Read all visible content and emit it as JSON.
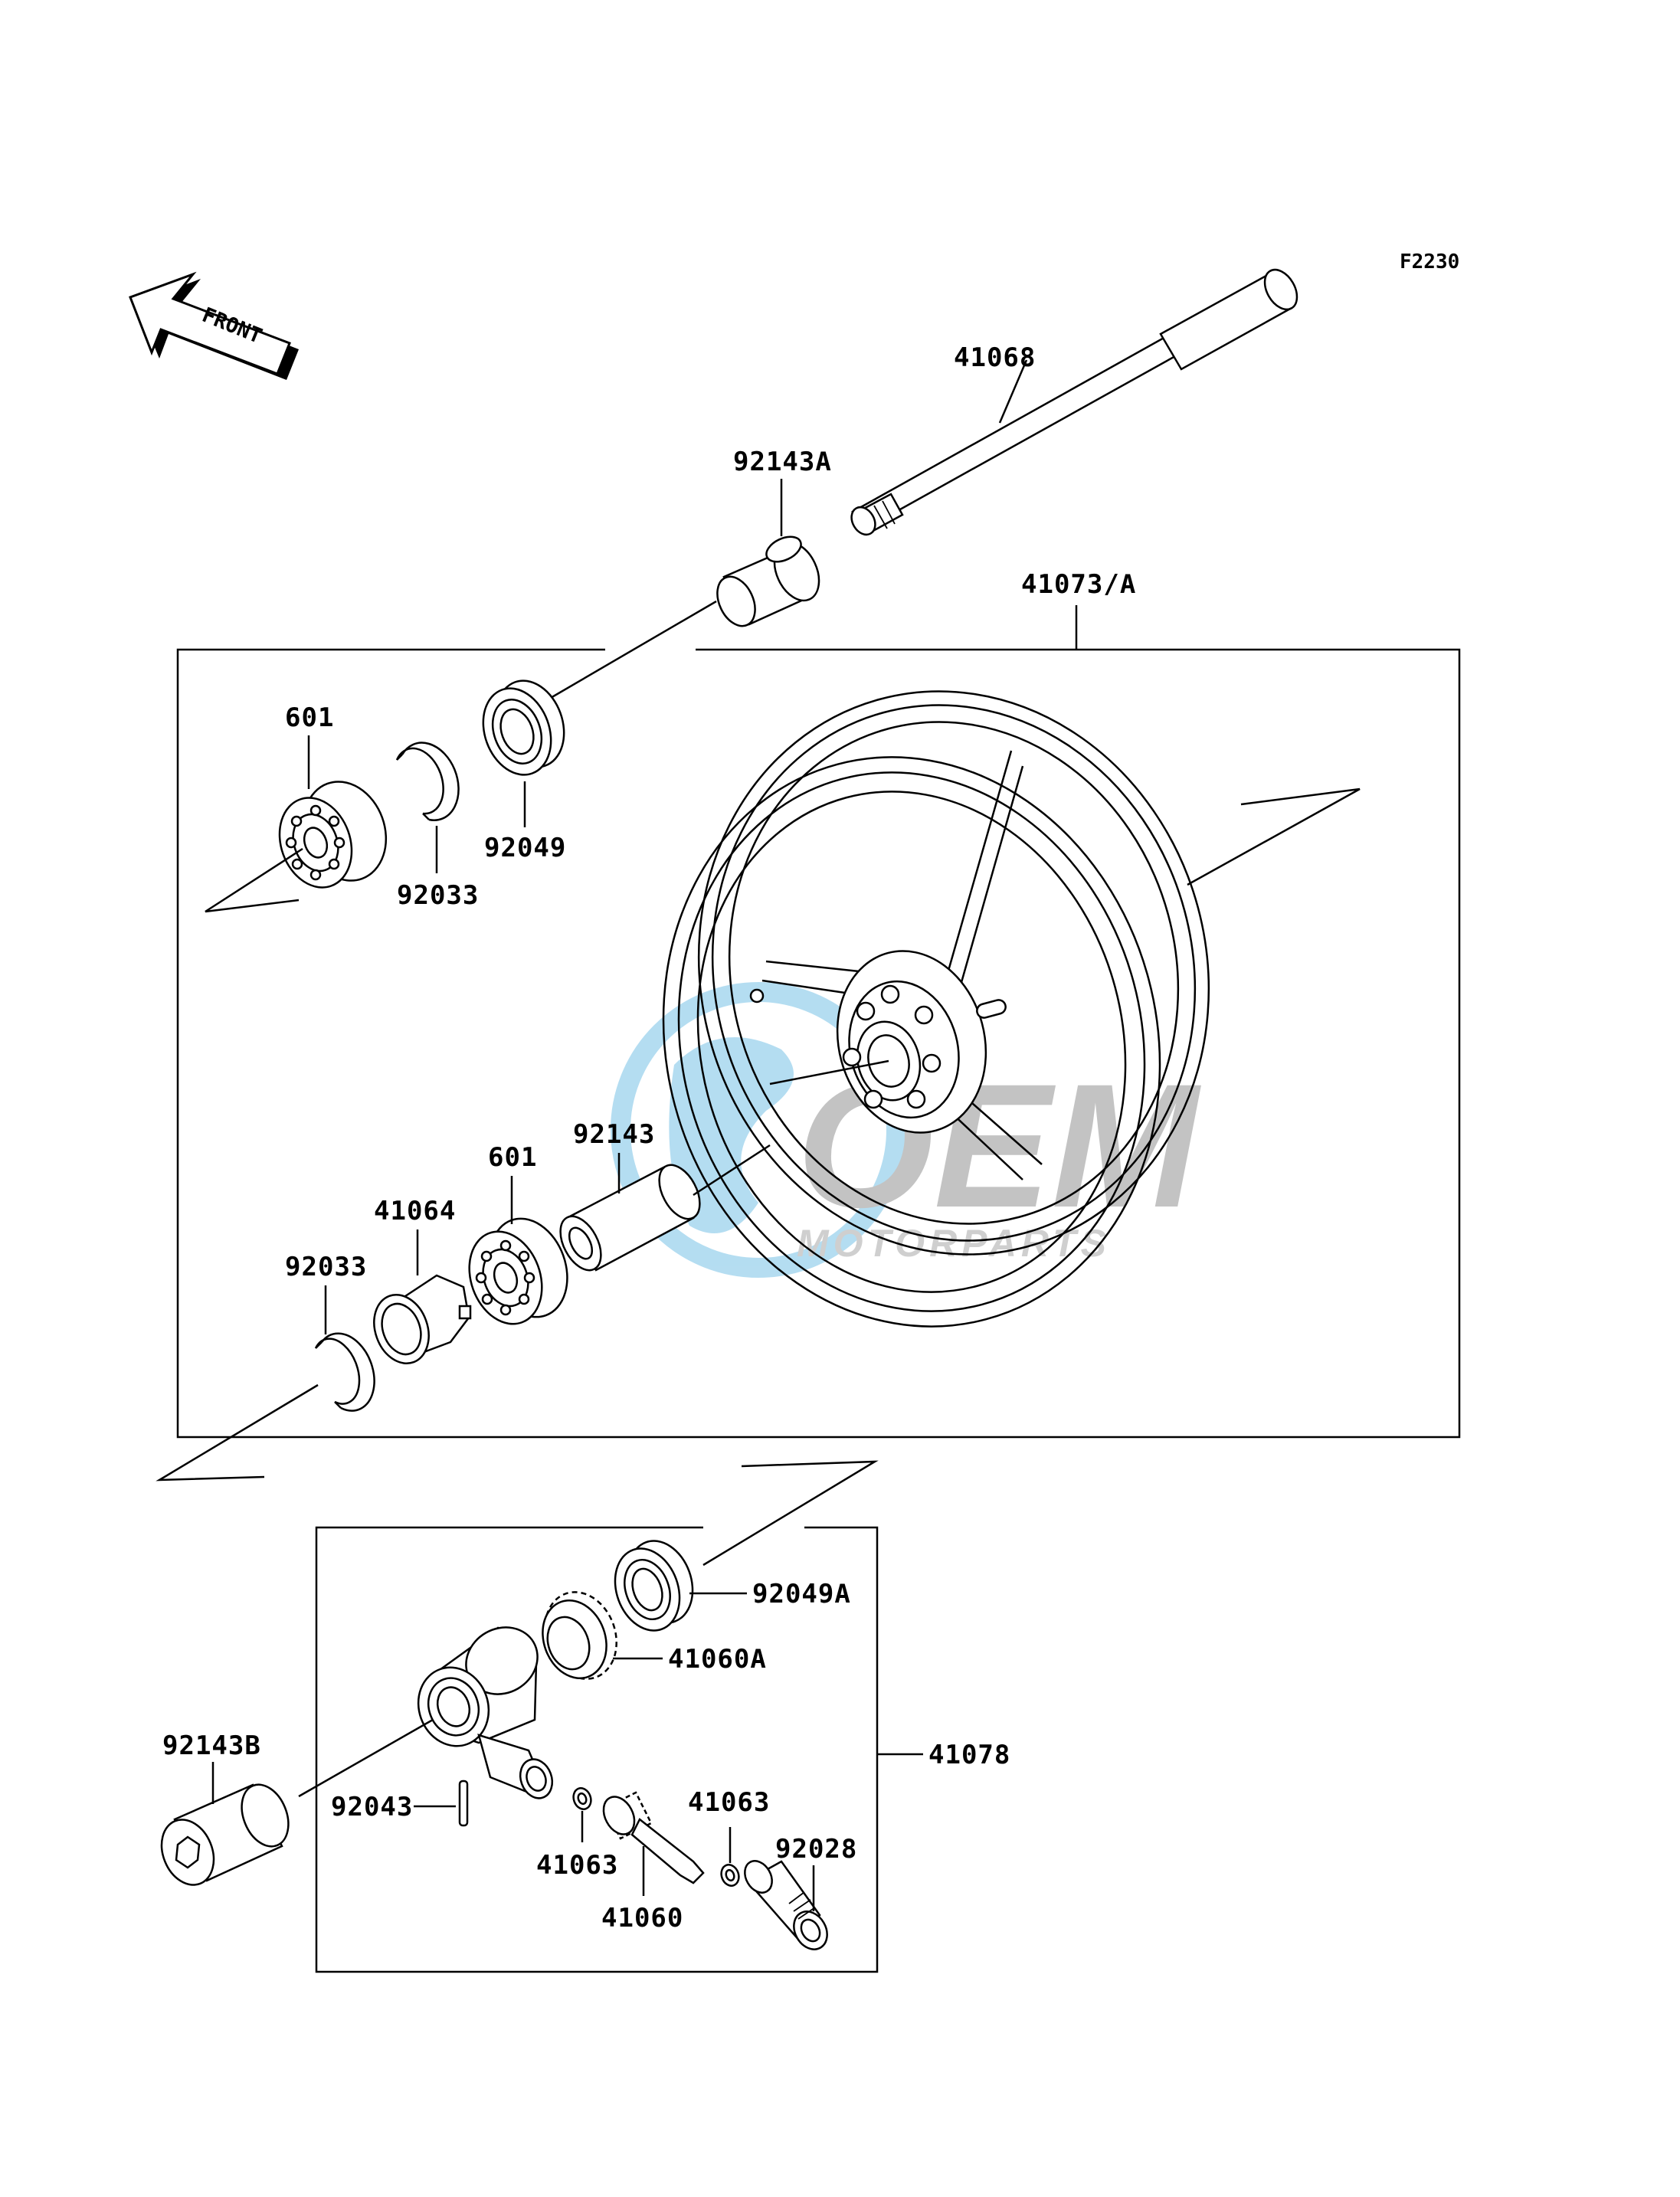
{
  "diagram_code": "F2230",
  "front_label": "FRONT",
  "watermark": {
    "brand": "OEM",
    "sub": "MOTORPARTS",
    "color": "#2a9fd8"
  },
  "labels": {
    "p41068": "41068",
    "p92143A": "92143A",
    "p41073A": "41073/A",
    "p601_top": "601",
    "p92049": "92049",
    "p92033_top": "92033",
    "p92143": "92143",
    "p601_bottom": "601",
    "p41064": "41064",
    "p92033_bottom": "92033",
    "p92049A": "92049A",
    "p41060A": "41060A",
    "p41078": "41078",
    "p92143B": "92143B",
    "p92043": "92043",
    "p41063_left": "41063",
    "p41063_right": "41063",
    "p92028": "92028",
    "p41060": "41060"
  }
}
